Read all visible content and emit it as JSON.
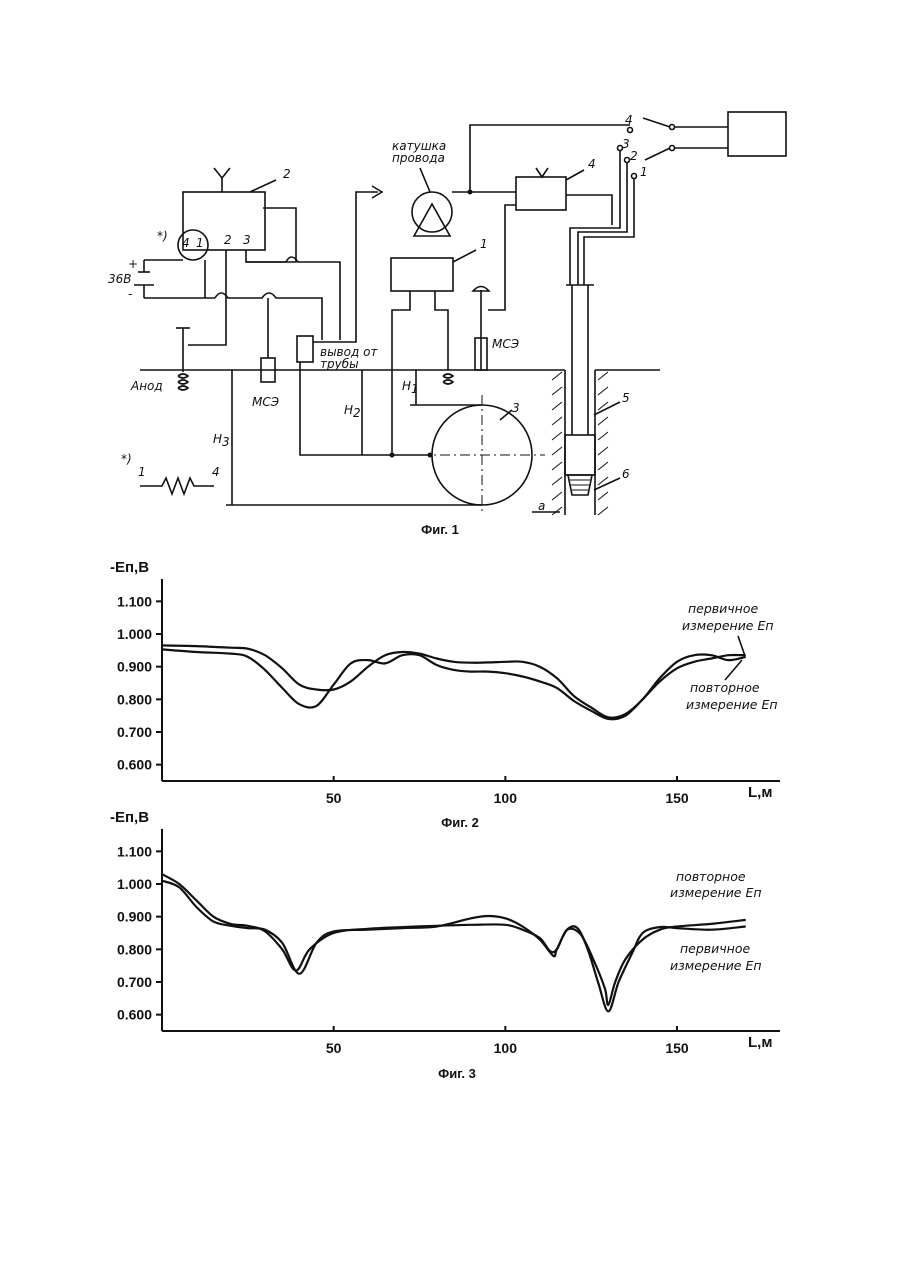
{
  "figure1": {
    "caption": "Фиг. 1",
    "labels": {
      "n1": "1",
      "n2": "2",
      "n3": "3",
      "n4": "4",
      "n5": "5",
      "n6": "6",
      "voltage": "36В",
      "plus": "+",
      "minus": "-",
      "star": "*)",
      "t4": "4",
      "t1": "1",
      "t2": "2",
      "t3": "3",
      "anode": "Анод",
      "mse_left": "МСЭ",
      "mse_right": "МСЭ",
      "pipe_outlet_1": "вывод от",
      "pipe_outlet_2": "трубы",
      "coil_1": "катушка",
      "coil_2": "провода",
      "h1": "Н",
      "h2": "Н",
      "h3": "Н",
      "h1_sub": "1",
      "h2_sub": "2",
      "h3_sub": "3",
      "a": "а",
      "sw4": "4",
      "sw3": "3",
      "sw2": "2",
      "sw1": "1",
      "inset_star": "*)",
      "inset_1": "1",
      "inset_4": "4"
    }
  },
  "chart_data": [
    {
      "type": "line",
      "caption": "Фиг. 2",
      "ylabel": "-Eп,В",
      "xlabel": "L,м",
      "xlim": [
        0,
        180
      ],
      "ylim": [
        0.55,
        1.15
      ],
      "xticks": [
        50,
        100,
        150
      ],
      "xtick_labels": [
        "50",
        "100",
        "150"
      ],
      "yticks": [
        0.6,
        0.7,
        0.8,
        0.9,
        1.0,
        1.1
      ],
      "ytick_labels": [
        "0.600",
        "0.700",
        "0.800",
        "0.900",
        "1.000",
        "1.100"
      ],
      "annotations": [
        {
          "lines": [
            "первичное",
            "измерение Eп"
          ]
        },
        {
          "lines": [
            "повторное",
            "измерение Eп"
          ]
        }
      ],
      "series": [
        {
          "name": "первичное измерение Eп",
          "x": [
            0,
            10,
            20,
            25,
            30,
            35,
            40,
            45,
            50,
            55,
            60,
            65,
            70,
            75,
            80,
            85,
            90,
            95,
            100,
            105,
            110,
            115,
            120,
            125,
            130,
            135,
            140,
            145,
            150,
            155,
            160,
            165,
            170
          ],
          "y": [
            0.965,
            0.963,
            0.958,
            0.955,
            0.935,
            0.895,
            0.845,
            0.83,
            0.83,
            0.855,
            0.9,
            0.935,
            0.945,
            0.94,
            0.925,
            0.915,
            0.912,
            0.913,
            0.915,
            0.915,
            0.9,
            0.865,
            0.81,
            0.775,
            0.745,
            0.755,
            0.8,
            0.865,
            0.915,
            0.935,
            0.935,
            0.92,
            0.93
          ]
        },
        {
          "name": "повторное измерение Eп",
          "x": [
            0,
            10,
            20,
            25,
            30,
            35,
            40,
            45,
            50,
            55,
            60,
            65,
            70,
            75,
            80,
            85,
            90,
            95,
            100,
            105,
            110,
            115,
            120,
            125,
            130,
            135,
            140,
            145,
            150,
            155,
            160,
            165,
            170
          ],
          "y": [
            0.953,
            0.945,
            0.94,
            0.93,
            0.89,
            0.835,
            0.785,
            0.78,
            0.845,
            0.91,
            0.92,
            0.91,
            0.935,
            0.935,
            0.905,
            0.89,
            0.885,
            0.885,
            0.88,
            0.87,
            0.855,
            0.835,
            0.795,
            0.765,
            0.74,
            0.75,
            0.8,
            0.855,
            0.895,
            0.915,
            0.925,
            0.935,
            0.935
          ]
        }
      ]
    },
    {
      "type": "line",
      "caption": "Фиг. 3",
      "ylabel": "-Eп,В",
      "xlabel": "L,м",
      "xlim": [
        0,
        180
      ],
      "ylim": [
        0.55,
        1.15
      ],
      "xticks": [
        50,
        100,
        150
      ],
      "xtick_labels": [
        "50",
        "100",
        "150"
      ],
      "yticks": [
        0.6,
        0.7,
        0.8,
        0.9,
        1.0,
        1.1
      ],
      "ytick_labels": [
        "0.600",
        "0.700",
        "0.800",
        "0.900",
        "1.000",
        "1.100"
      ],
      "annotations": [
        {
          "lines": [
            "повторное",
            "измерение Eп"
          ]
        },
        {
          "lines": [
            "первичное",
            "измерение Eп"
          ]
        }
      ],
      "series": [
        {
          "name": "повторное измерение Eп",
          "x": [
            0,
            5,
            10,
            15,
            20,
            25,
            30,
            35,
            39,
            43,
            50,
            60,
            70,
            80,
            90,
            100,
            105,
            110,
            113,
            115,
            118,
            122,
            126,
            129,
            130,
            132,
            135,
            140,
            145,
            150,
            160,
            170
          ],
          "y": [
            1.03,
            1.0,
            0.95,
            0.9,
            0.878,
            0.872,
            0.855,
            0.8,
            0.735,
            0.8,
            0.85,
            0.863,
            0.868,
            0.872,
            0.875,
            0.875,
            0.86,
            0.835,
            0.795,
            0.8,
            0.86,
            0.845,
            0.76,
            0.68,
            0.63,
            0.7,
            0.77,
            0.83,
            0.86,
            0.87,
            0.878,
            0.89
          ]
        },
        {
          "name": "первичное измерение Eп",
          "x": [
            0,
            5,
            10,
            15,
            20,
            25,
            30,
            35,
            40,
            45,
            50,
            60,
            70,
            80,
            90,
            95,
            100,
            105,
            110,
            114,
            115,
            118,
            121,
            124,
            127,
            130,
            133,
            137,
            140,
            145,
            150,
            160,
            170
          ],
          "y": [
            1.01,
            0.99,
            0.93,
            0.885,
            0.872,
            0.865,
            0.86,
            0.82,
            0.725,
            0.82,
            0.855,
            0.86,
            0.865,
            0.87,
            0.895,
            0.902,
            0.895,
            0.87,
            0.83,
            0.78,
            0.8,
            0.86,
            0.865,
            0.8,
            0.7,
            0.61,
            0.7,
            0.79,
            0.85,
            0.868,
            0.865,
            0.86,
            0.87
          ]
        }
      ]
    }
  ]
}
